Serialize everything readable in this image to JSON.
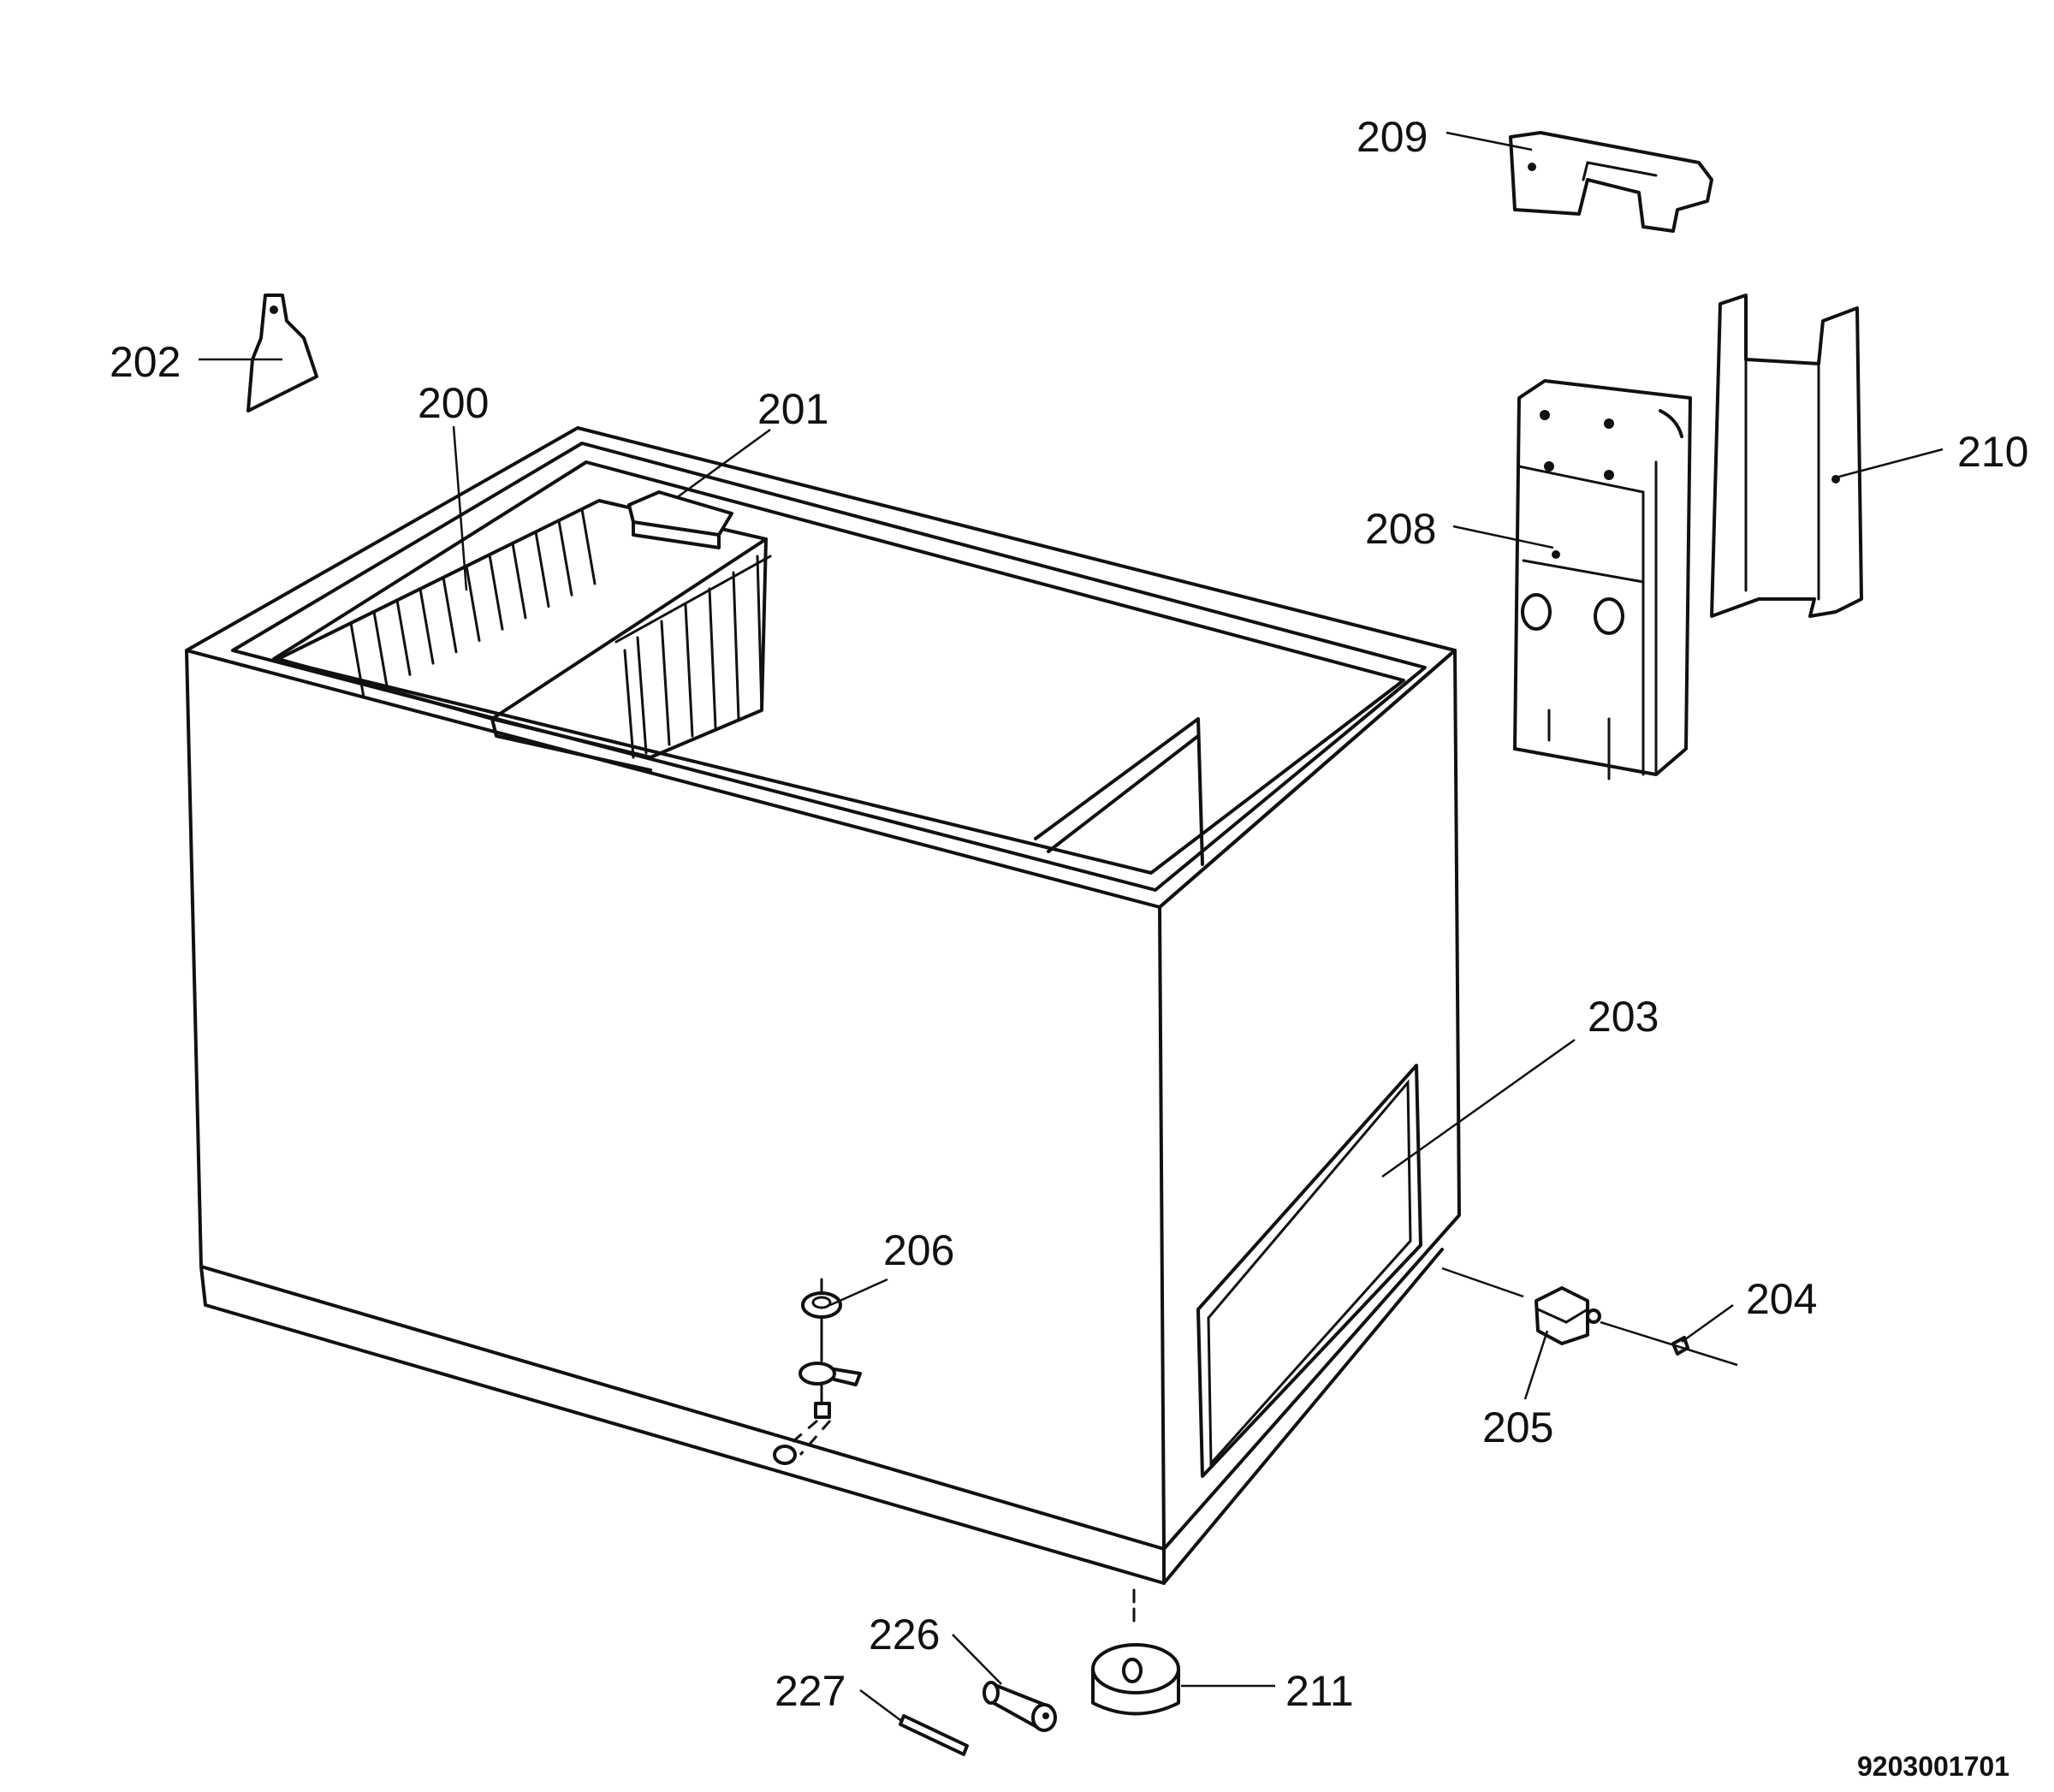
{
  "labels": {
    "p200": "200",
    "p201": "201",
    "p202": "202",
    "p203": "203",
    "p204": "204",
    "p205": "205",
    "p206": "206",
    "p208": "208",
    "p209": "209",
    "p210": "210",
    "p211": "211",
    "p226": "226",
    "p227": "227"
  },
  "document_number": "9203001701"
}
